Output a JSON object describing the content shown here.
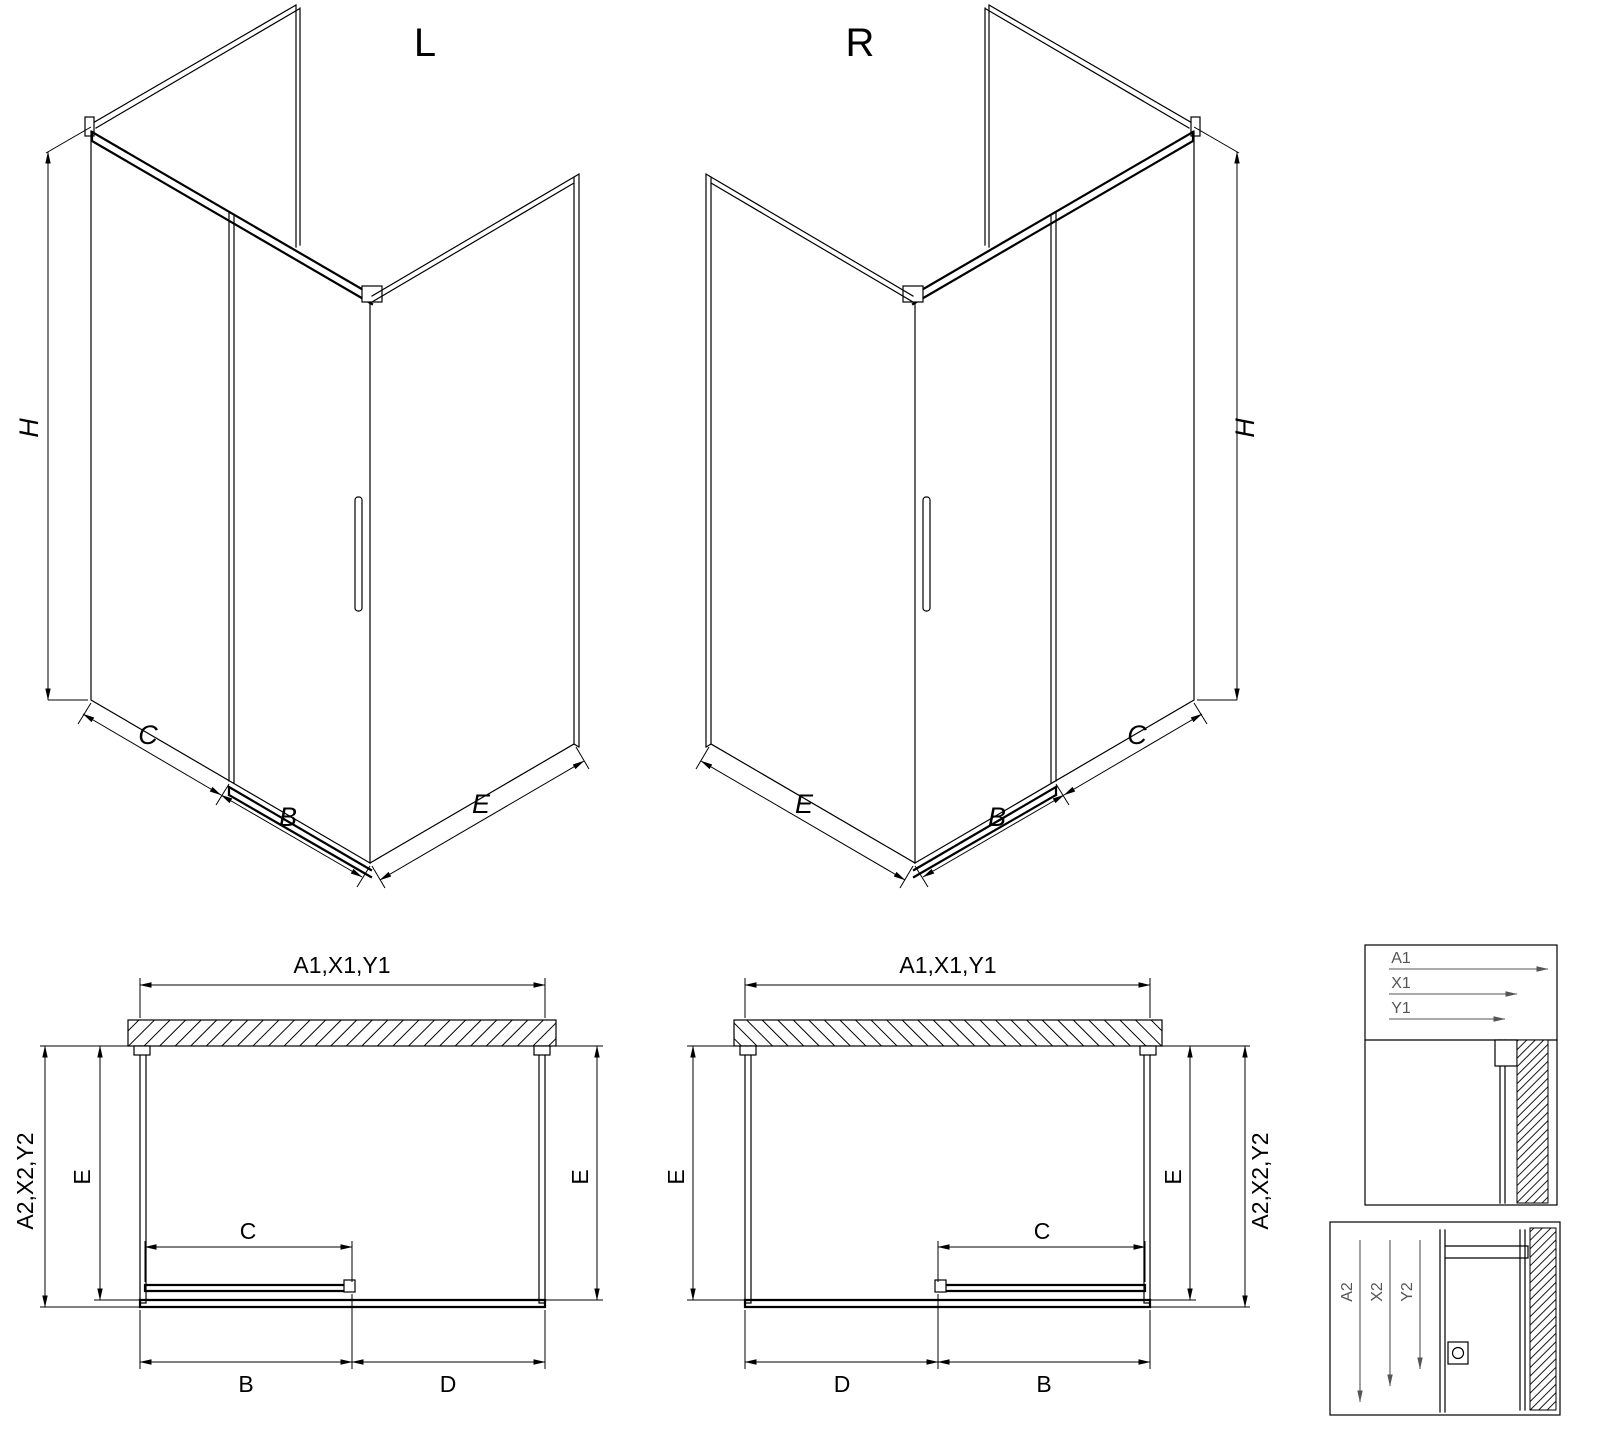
{
  "drawing": {
    "background": "#ffffff",
    "line_color": "#000000",
    "detail_line_color": "#555555",
    "views": {
      "iso_left": {
        "title": "L",
        "dim_height": "H",
        "dim_fixed_front": "C",
        "dim_door": "B",
        "dim_side": "E"
      },
      "iso_right": {
        "title": "R",
        "dim_height": "H",
        "dim_fixed_front": "C",
        "dim_door": "B",
        "dim_side": "E"
      },
      "plan_left": {
        "dim_top": "A1,X1,Y1",
        "dim_depth_outer": "A2,X2,Y2",
        "dim_depth_left": "E",
        "dim_depth_right": "E",
        "dim_door": "C",
        "dim_bottom_left": "B",
        "dim_bottom_right": "D"
      },
      "plan_right": {
        "dim_top": "A1,X1,Y1",
        "dim_depth_outer": "A2,X2,Y2",
        "dim_depth_left": "E",
        "dim_depth_right": "E",
        "dim_door": "C",
        "dim_bottom_left": "D",
        "dim_bottom_right": "B"
      },
      "detail_top": {
        "labels": [
          "A1",
          "X1",
          "Y1"
        ]
      },
      "detail_bottom": {
        "labels": [
          "A2",
          "X2",
          "Y2"
        ]
      }
    }
  }
}
